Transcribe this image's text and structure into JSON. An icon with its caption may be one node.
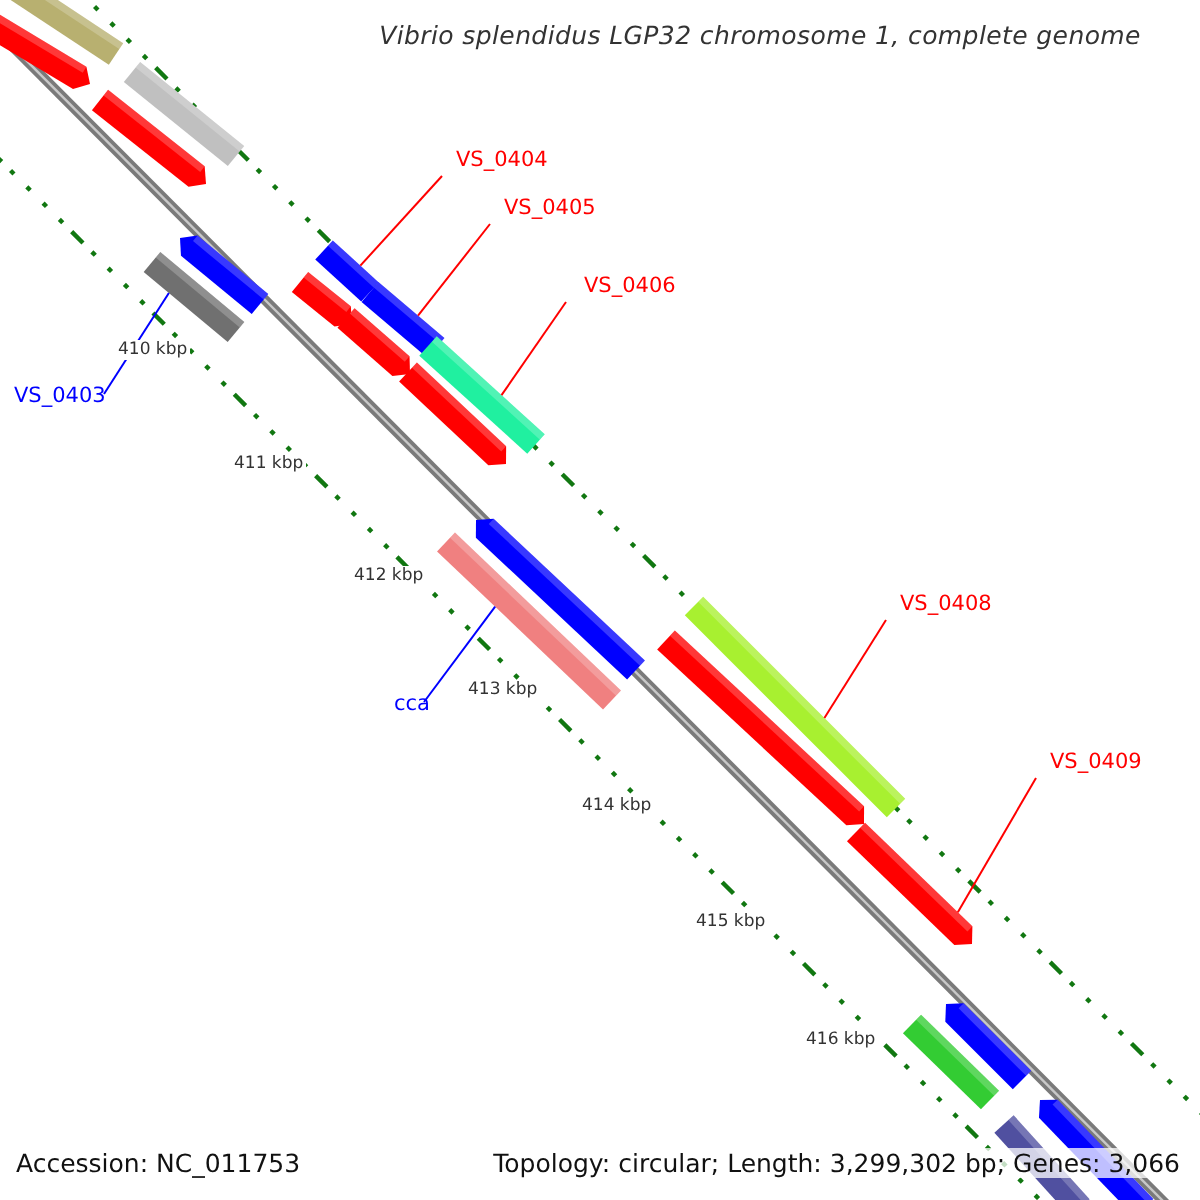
{
  "diagram": {
    "title": "Vibrio splendidus LGP32 chromosome 1, complete genome",
    "nodes": [
      {
        "text": [
          "VS_0404"
        ]
      },
      {
        "text": [
          "VS_0405"
        ]
      },
      {
        "text": [
          "VS_0406"
        ]
      },
      {
        "text": [
          "VS_0403"
        ]
      },
      {
        "text": [
          "cca"
        ]
      },
      {
        "text": [
          "VS_0408"
        ]
      },
      {
        "text": [
          "VS_0409"
        ]
      },
      {
        "text": [],
        "shape": "bar"
      },
      {
        "text": [],
        "shape": "bar"
      },
      {
        "text": [],
        "shape": "bar"
      },
      {
        "text": [],
        "shape": "bar"
      },
      {
        "text": [],
        "shape": "bar"
      },
      {
        "text": [],
        "shape": "bar"
      },
      {
        "text": [],
        "shape": "bar"
      },
      {
        "text": [],
        "shape": "bar"
      },
      {
        "text": [],
        "shape": "bar"
      },
      {
        "text": [],
        "shape": "bar"
      },
      {
        "text": [],
        "shape": "bar"
      },
      {
        "text": [],
        "shape": "bar"
      },
      {
        "text": [],
        "shape": "bar"
      },
      {
        "text": [],
        "shape": "bar"
      },
      {
        "text": [],
        "shape": "bar"
      },
      {
        "text": [],
        "shape": "bar"
      },
      {
        "text": [],
        "shape": "bar"
      },
      {
        "text": [],
        "shape": "bar"
      },
      {
        "text": [],
        "shape": "bar"
      },
      {
        "text": [],
        "shape": "bar"
      },
      {
        "text": [],
        "shape": "bar"
      }
    ],
    "edges": [
      {
        "from": 0,
        "to": 13,
        "arrow": "none"
      },
      {
        "from": 1,
        "to": 15,
        "arrow": "none"
      },
      {
        "from": 2,
        "to": 17,
        "arrow": "none"
      },
      {
        "from": 3,
        "to": 12,
        "arrow": "none",
        "color": "#0000ff"
      },
      {
        "from": 4,
        "to": 20,
        "arrow": "none",
        "color": "#0000ff"
      },
      {
        "from": 5,
        "to": 21,
        "arrow": "none"
      },
      {
        "from": 6,
        "to": 23,
        "arrow": "none"
      }
    ],
    "labels": [
      "410 kbp",
      "411 kbp",
      "412 kbp",
      "413 kbp",
      "414 kbp",
      "415 kbp",
      "416 kbp",
      "Accession: NC_011753",
      "Topology: circular; Length: 3,299,302 bp; Genes: 3,066"
    ]
  }
}
